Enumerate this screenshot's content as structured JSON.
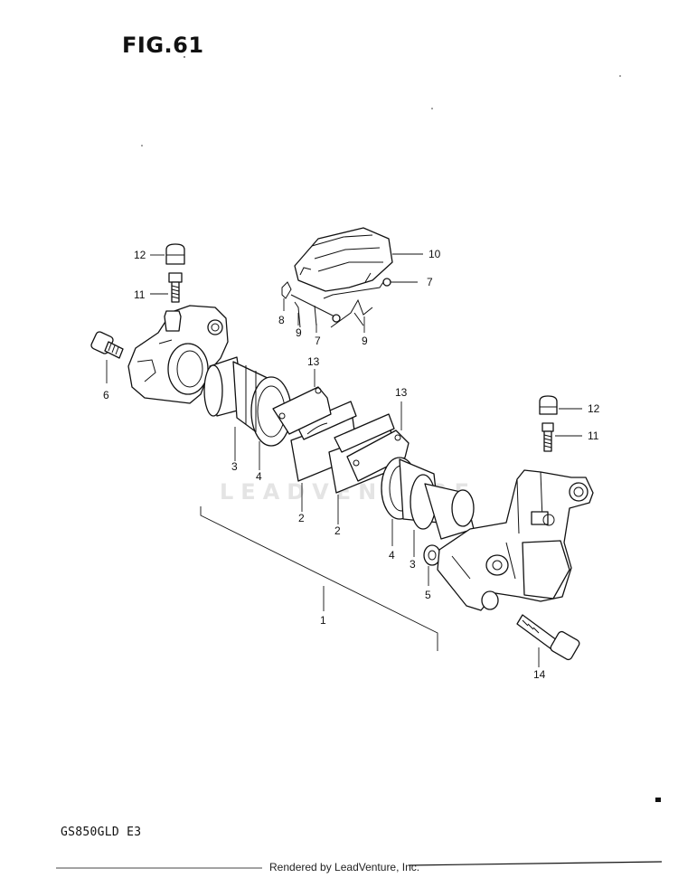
{
  "figure": {
    "title": "FIG.61"
  },
  "model": {
    "code": "GS850GLD E3"
  },
  "footer": {
    "rendered_by": "Rendered by LeadVenture, Inc."
  },
  "watermark": {
    "text": "LEADVENTURE"
  },
  "callouts": {
    "c1": "1",
    "c2a": "2",
    "c2b": "2",
    "c3a": "3",
    "c3b": "3",
    "c4a": "4",
    "c4b": "4",
    "c5": "5",
    "c6": "6",
    "c7a": "7",
    "c7b": "7",
    "c8": "8",
    "c9a": "9",
    "c9b": "9",
    "c10": "10",
    "c11a": "11",
    "c11b": "11",
    "c12a": "12",
    "c12b": "12",
    "c13a": "13",
    "c13b": "13",
    "c14": "14"
  }
}
